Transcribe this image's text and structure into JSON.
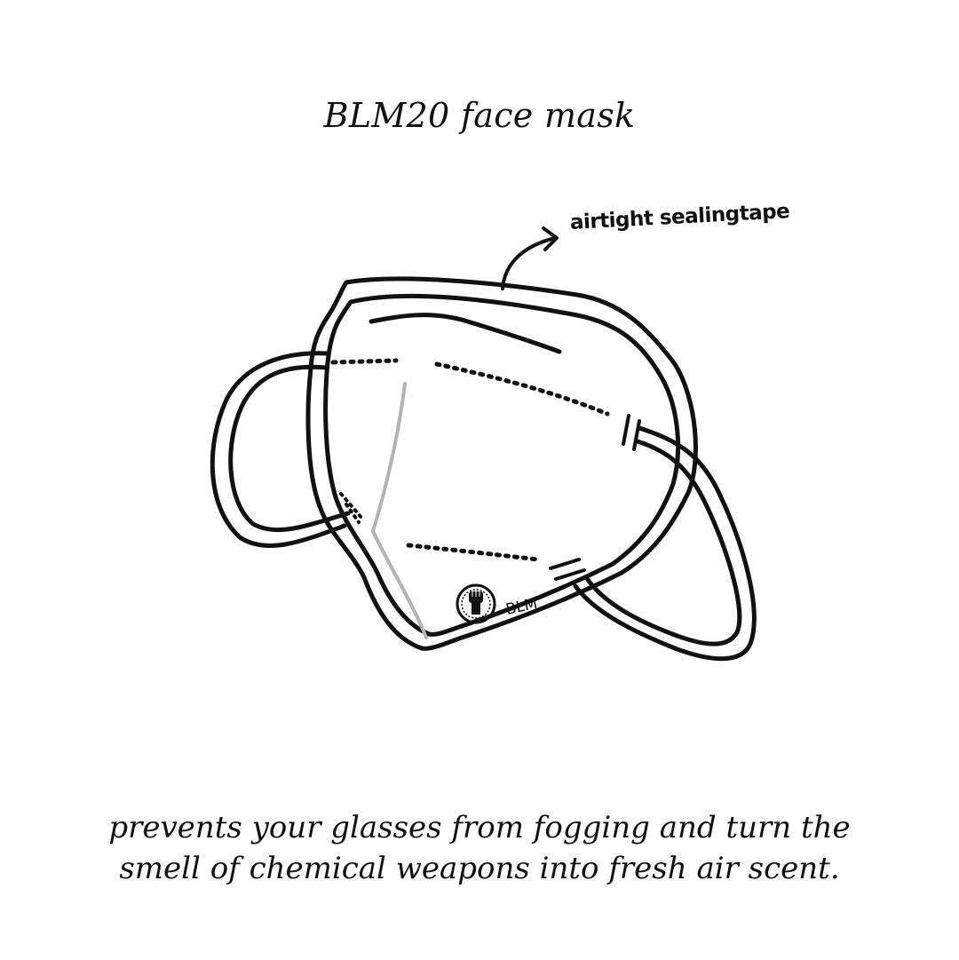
{
  "title": "BLM20 face mask",
  "annotation": "airtight sealingtape",
  "badge_text": "BLM",
  "caption_lines": [
    "prevents your glasses from fogging and turn the",
    "smell of chemical weapons into fresh air scent."
  ],
  "icons": {
    "mask": "n95-face-mask-drawing",
    "arrow": "curved-arrow",
    "fist": "raised-fist-icon"
  },
  "colors": {
    "line": "#111111",
    "nose_fold": "#b3b3b3",
    "background": "#ffffff"
  }
}
